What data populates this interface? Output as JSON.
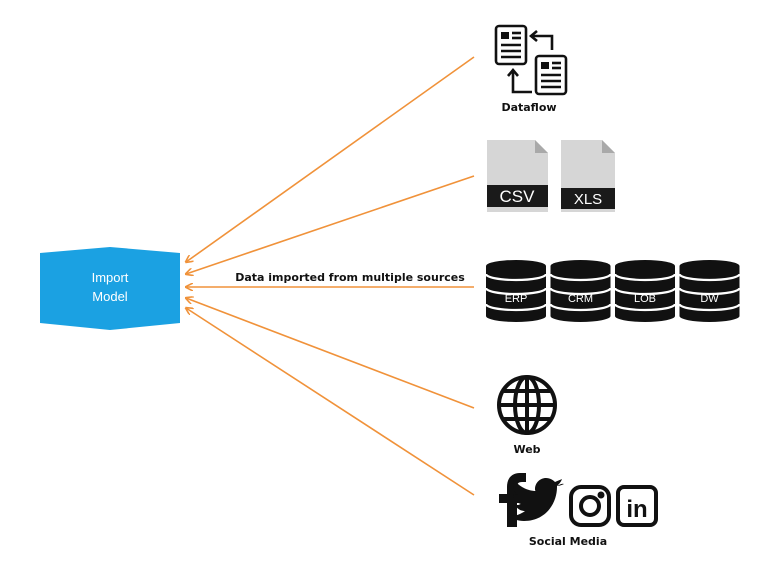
{
  "target": {
    "label_line1": "Import",
    "label_line2": "Model",
    "color": "#1ba1e2"
  },
  "arrow_color": "#f0923a",
  "connector_label": "Data imported from multiple sources",
  "sources": {
    "dataflow": {
      "label": "Dataflow"
    },
    "files": [
      {
        "label": "CSV"
      },
      {
        "label": "XLS"
      }
    ],
    "databases": [
      {
        "label": "ERP"
      },
      {
        "label": "CRM"
      },
      {
        "label": "LOB"
      },
      {
        "label": "DW"
      }
    ],
    "web": {
      "label": "Web"
    },
    "social": {
      "label": "Social Media",
      "icons": [
        "facebook-icon",
        "twitter-icon",
        "instagram-icon",
        "linkedin-icon"
      ],
      "linkedin_text": "in"
    }
  }
}
